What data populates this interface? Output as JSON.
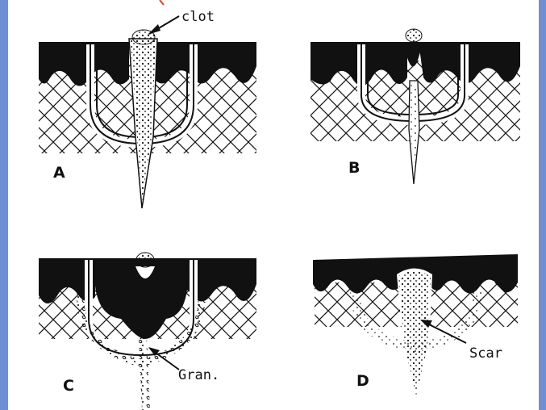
{
  "panels": [
    {
      "label": "A",
      "annotation": "clot"
    },
    {
      "label": "B"
    },
    {
      "label": "C",
      "annotation": "Gran."
    },
    {
      "label": "D",
      "annotation": "Scar"
    }
  ],
  "colors": {
    "background": "#6e8fd6",
    "paper": "#ffffff",
    "ink": "#111111",
    "accent": "#d24a2a"
  }
}
